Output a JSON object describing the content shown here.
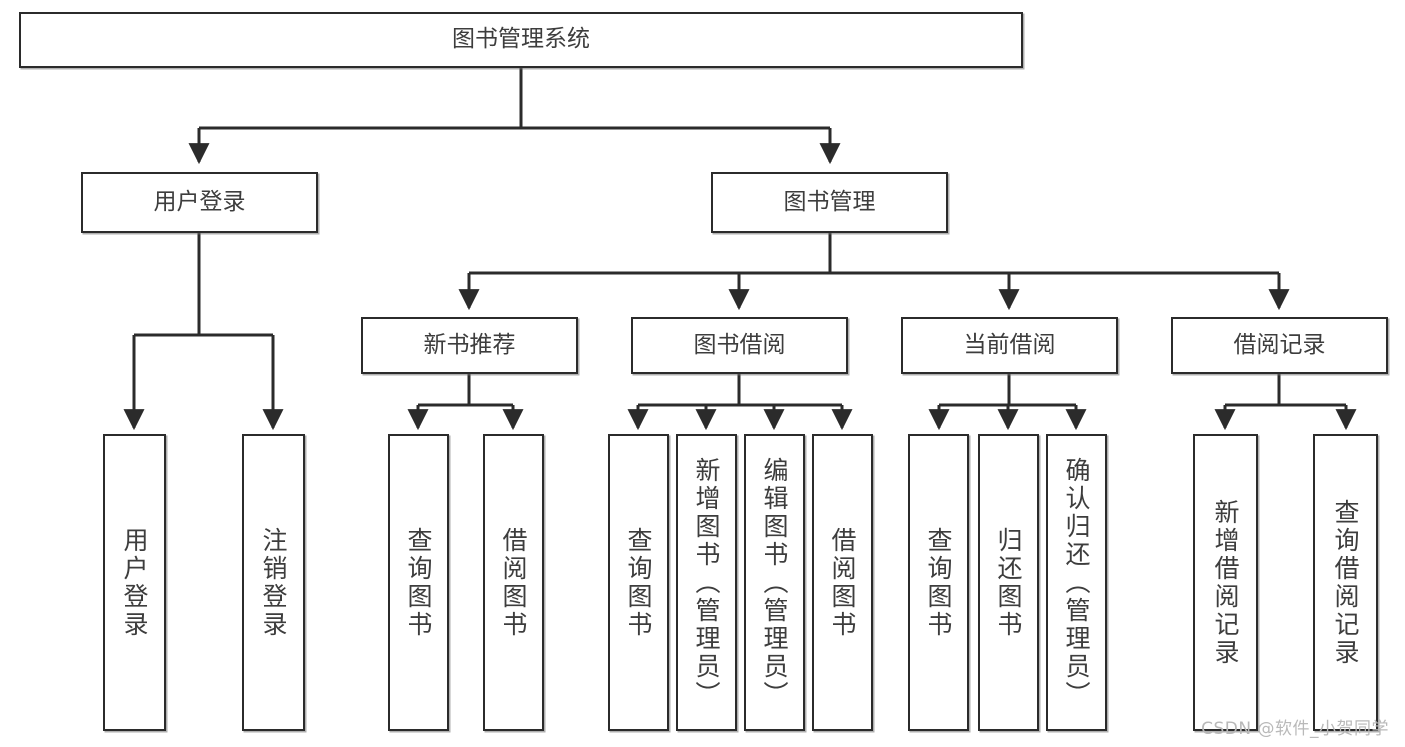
{
  "diagram": {
    "title": "图书管理系统",
    "type": "tree",
    "watermark": "CSDN @软件_小贺同学",
    "colors": {
      "box_border": "#2b2b2b",
      "box_fill": "#ffffff",
      "text": "#3d3d3d",
      "edge": "#2b2b2b",
      "watermark": "#b9b9b9"
    },
    "root": {
      "label": "图书管理系统"
    },
    "level2": [
      {
        "label": "用户登录"
      },
      {
        "label": "图书管理"
      }
    ],
    "level3": [
      {
        "label": "新书推荐"
      },
      {
        "label": "图书借阅"
      },
      {
        "label": "当前借阅"
      },
      {
        "label": "借阅记录"
      }
    ],
    "leaves": {
      "user_login": [
        {
          "label": "用户登录"
        },
        {
          "label": "注销登录"
        }
      ],
      "new_book": [
        {
          "label": "查询图书"
        },
        {
          "label": "借阅图书"
        }
      ],
      "book_borrow": [
        {
          "label": "查询图书"
        },
        {
          "label": "新增图书（管理员）"
        },
        {
          "label": "编辑图书（管理员）"
        },
        {
          "label": "借阅图书"
        }
      ],
      "current_borrow": [
        {
          "label": "查询图书"
        },
        {
          "label": "归还图书"
        },
        {
          "label": "确认归还（管理员）"
        }
      ],
      "borrow_record": [
        {
          "label": "新增借阅记录"
        },
        {
          "label": "查询借阅记录"
        }
      ]
    }
  }
}
